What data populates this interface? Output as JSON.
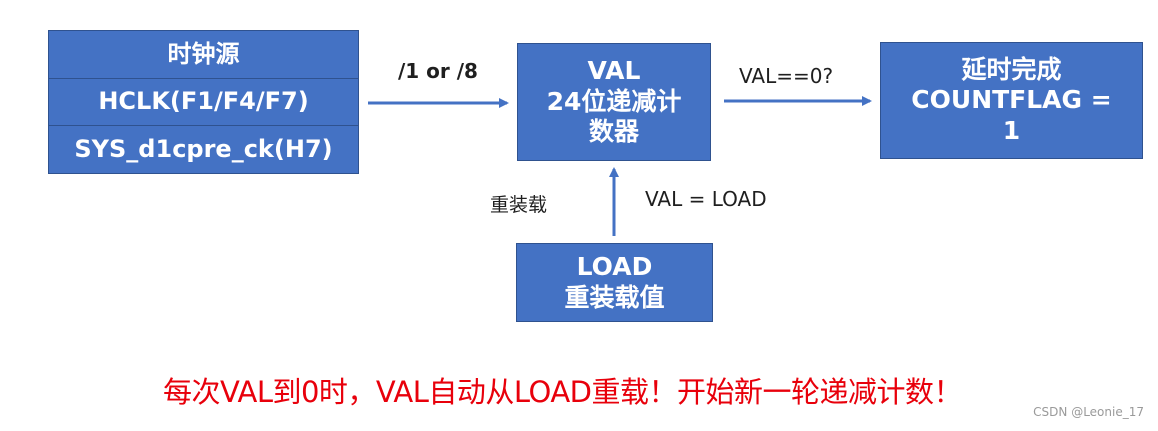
{
  "source_box": {
    "title": "时钟源",
    "rows": [
      "HCLK(F1/F4/F7)",
      "SYS_d1cpre_ck(H7)"
    ]
  },
  "divider_label": "/1 or /8",
  "counter_box": {
    "lines": [
      "VAL",
      "24位递减计",
      "数器"
    ]
  },
  "compare_label": "VAL==0?",
  "done_box": {
    "lines": [
      "延时完成",
      "COUNTFLAG =",
      "1"
    ]
  },
  "reload_label": "重装载",
  "assign_label": "VAL = LOAD",
  "load_box": {
    "lines": [
      "LOAD",
      "重装载值"
    ]
  },
  "note": "每次VAL到0时，VAL自动从LOAD重载！开始新一轮递减计数！",
  "watermark": "CSDN @Leonie_17",
  "colors": {
    "box_fill": "#4472c4",
    "box_border": "#2f528f",
    "arrow": "#4472c4",
    "note": "#e8000b"
  }
}
